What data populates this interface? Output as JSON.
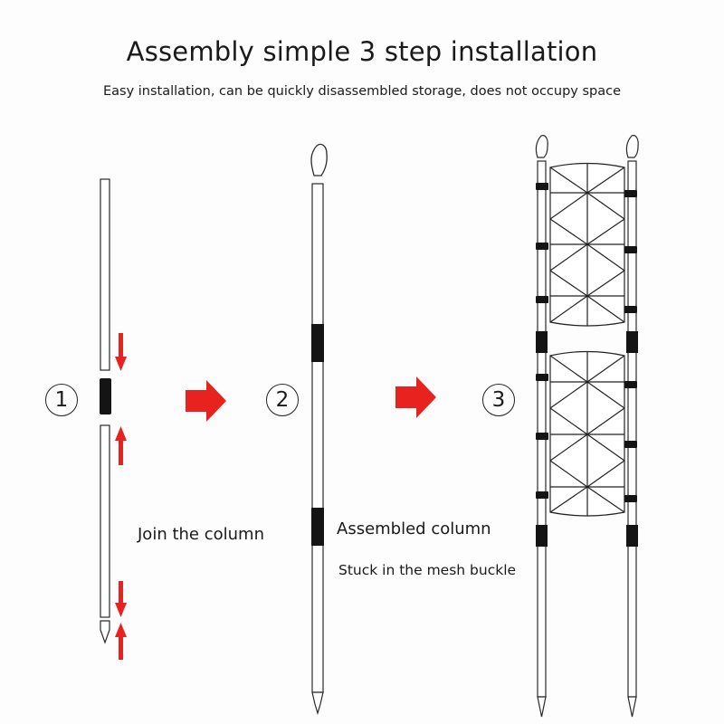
{
  "header": {
    "title": "Assembly simple 3 step installation",
    "subtitle": "Easy installation, can be quickly disassembled storage, does not occupy space"
  },
  "steps": [
    {
      "number": "1",
      "caption": "Join the column"
    },
    {
      "number": "2",
      "caption": "Assembled column"
    },
    {
      "number": "3",
      "caption": "Stuck in the mesh buckle"
    }
  ],
  "colors": {
    "arrow_red": "#e8231f",
    "connector_black": "#141414",
    "pole_outline": "#2a2a2a"
  }
}
